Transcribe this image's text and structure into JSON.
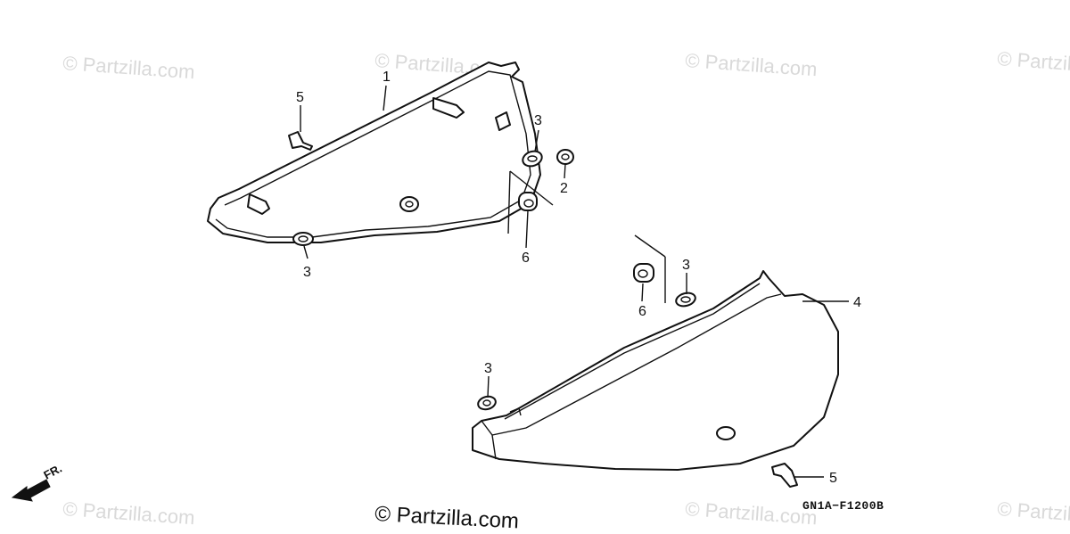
{
  "diagram": {
    "watermark_text": "© Partzilla.com",
    "credit_text": "© Partzilla.com",
    "drawing_code": "GN1A−F1200B",
    "front_label": "FR.",
    "callouts": [
      "1",
      "2",
      "3",
      "3",
      "3",
      "3",
      "4",
      "5",
      "5",
      "6",
      "6"
    ],
    "colors": {
      "ink": "#111111",
      "watermark": "#d9d9d9",
      "background": "#ffffff"
    }
  }
}
